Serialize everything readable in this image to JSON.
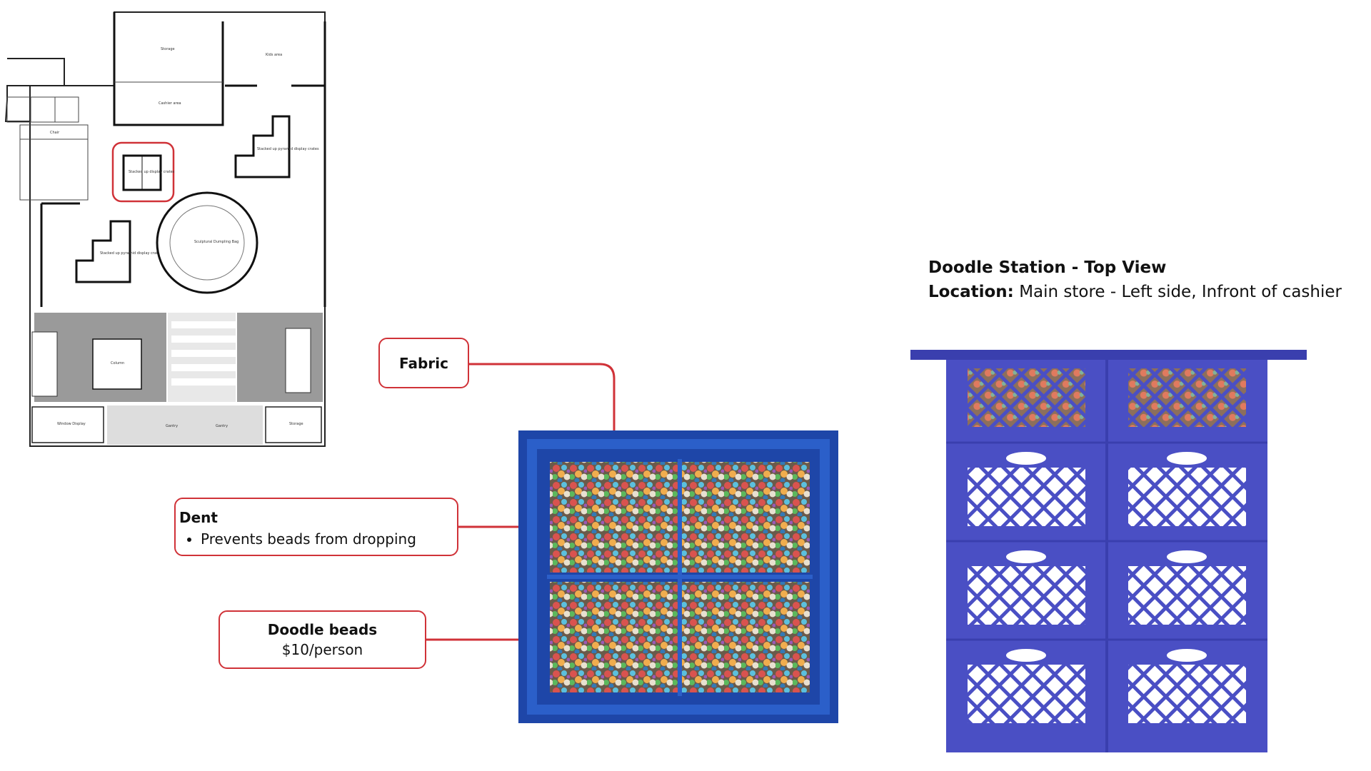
{
  "title": {
    "heading": "Doodle Station - Top View",
    "location_label": "Location:",
    "location_value": "Main store - Left side, Infront of cashier"
  },
  "callouts": {
    "fabric": {
      "title": "Fabric"
    },
    "dent": {
      "title": "Dent",
      "bullets": [
        "Prevents beads from dropping"
      ]
    },
    "beads": {
      "title": "Doodle beads",
      "price": "$10/person"
    }
  },
  "floorplan_labels": {
    "storage_top": "Storage",
    "kids_area": "Kids area",
    "cashier_area": "Cashier area",
    "chair": "Chair",
    "stacked_crates_highlight": "Stacked up display crates",
    "stacked_pyramid_right": "Stacked up pyramid display crates",
    "stacked_pyramid_left": "Stacked up pyramid display crates",
    "sculptural_bag": "Sculptural Dumpling Bag",
    "column": "Column",
    "window_display": "Window Display",
    "storage_bottom": "Storage",
    "gantry_a": "Gantry",
    "gantry_b": "Gantry"
  },
  "colors": {
    "accent_red": "#d03238",
    "crate_blue": "#4a4fc4",
    "crate_blue_dark": "#3a3fae",
    "box_blue": "#2b5fc9",
    "box_blue_dark": "#1e46a8"
  }
}
